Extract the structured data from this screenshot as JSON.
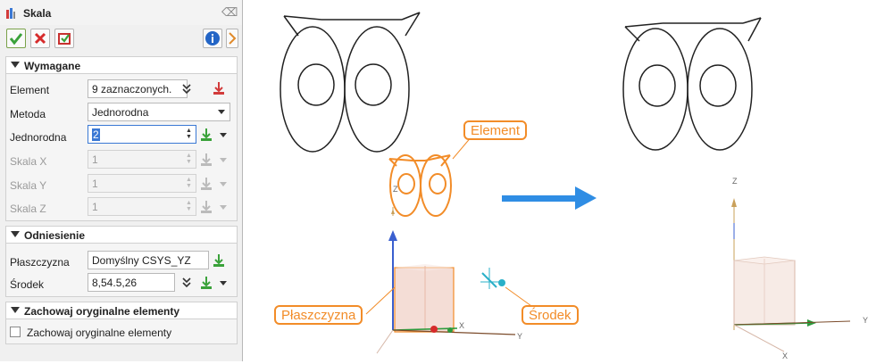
{
  "window": {
    "title": "Skala",
    "close_glyph": "⌫"
  },
  "toolbar": {
    "ok_icon": "checkmark-icon",
    "cancel_icon": "x-icon",
    "apply_icon": "apply-check-icon",
    "info_icon": "info-icon"
  },
  "required": {
    "title": "Wymagane",
    "element_label": "Element",
    "element_value": "9 zaznaczonych.",
    "method_label": "Metoda",
    "method_value": "Jednorodna",
    "uniform_label": "Jednorodna",
    "uniform_value": "2",
    "scale_x_label": "Skala X",
    "scale_x_value": "1",
    "scale_y_label": "Skala Y",
    "scale_y_value": "1",
    "scale_z_label": "Skala Z",
    "scale_z_value": "1"
  },
  "reference": {
    "title": "Odniesienie",
    "plane_label": "Płaszczyzna",
    "plane_value": "Domyślny CSYS_YZ",
    "center_label": "Środek",
    "center_value": "8,54.5,26"
  },
  "keep": {
    "title": "Zachowaj oryginalne elementy",
    "checkbox_label": "Zachowaj oryginalne elementy",
    "checked": false
  },
  "viewport": {
    "callout_element": "Element",
    "callout_plane": "Płaszczyzna",
    "callout_center": "Środek",
    "axis_x": "X",
    "axis_y": "Y",
    "axis_z": "Z",
    "accent_color": "#f28c28",
    "arrow_color": "#2f8de4"
  }
}
